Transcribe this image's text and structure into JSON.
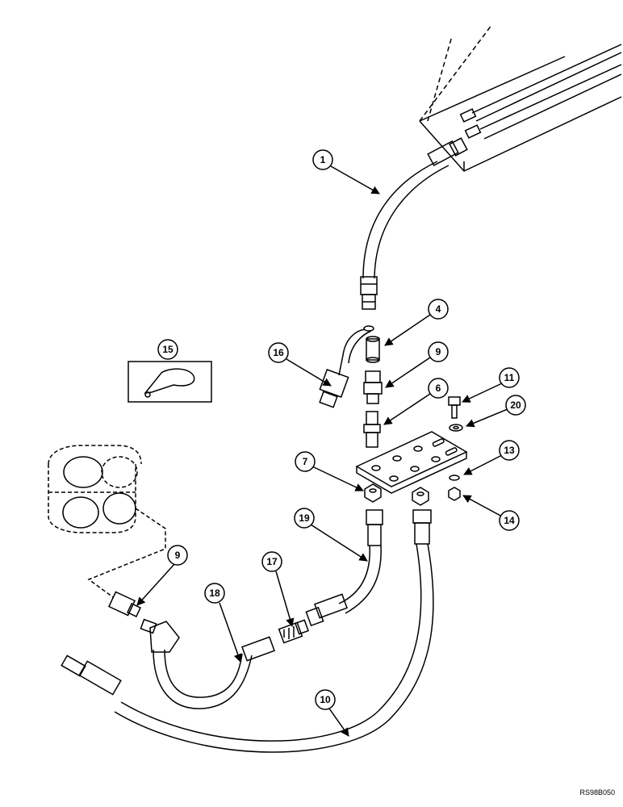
{
  "figure_ref": "RS98B050",
  "callouts": {
    "c1": "1",
    "c4": "4",
    "c6": "6",
    "c7": "7",
    "c9a": "9",
    "c9b": "9",
    "c10": "10",
    "c11": "11",
    "c13": "13",
    "c14": "14",
    "c15": "15",
    "c16": "16",
    "c17": "17",
    "c18": "18",
    "c19": "19",
    "c20": "20"
  },
  "colors": {
    "line": "#000000",
    "background": "#ffffff"
  }
}
